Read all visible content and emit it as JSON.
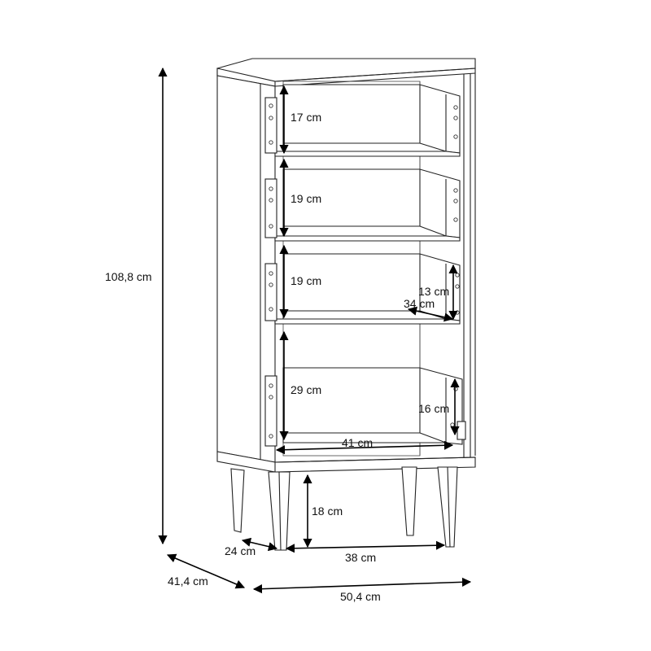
{
  "dimensions": {
    "total_height": "108,8 cm",
    "drawer_1_height": "17 cm",
    "drawer_2_height": "19 cm",
    "drawer_3_height": "19 cm",
    "drawer_3_inner_height": "13 cm",
    "drawer_3_inner_depth": "34 cm",
    "bottom_compartment_height": "29 cm",
    "bottom_inner_height": "16 cm",
    "inner_width": "41 cm",
    "leg_height": "18 cm",
    "leg_depth": "24 cm",
    "leg_spacing": "38 cm",
    "total_depth": "41,4 cm",
    "total_width": "50,4 cm"
  },
  "colors": {
    "line": "#222222",
    "dimension_arrow": "#000000",
    "background": "#ffffff"
  }
}
